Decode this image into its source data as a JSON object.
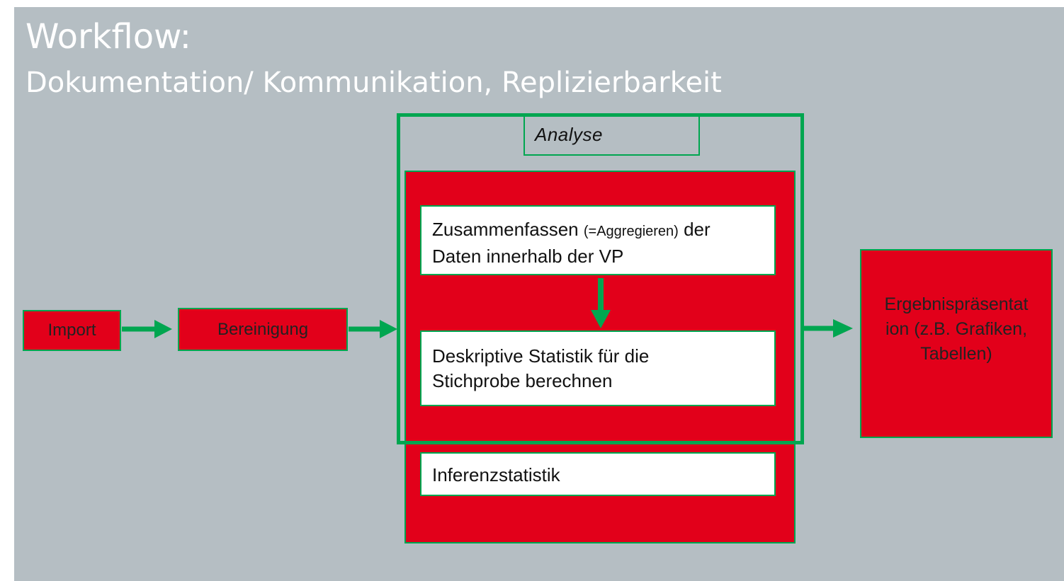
{
  "header": {
    "title": "Workflow:",
    "subtitle": "Dokumentation/ Kommunikation, Replizierbarkeit"
  },
  "steps": {
    "import": "Import",
    "cleaning": "Bereinigung",
    "analysis_label": "Analyse",
    "aggregate_main": "Zusammenfassen ",
    "aggregate_paren": "(=Aggregieren)",
    "aggregate_rest": " der",
    "aggregate_line2": "Daten innerhalb der VP",
    "descriptive_line1": "Deskriptive Statistik für die",
    "descriptive_line2": "Stichprobe berechnen",
    "inferential": "Inferenzstatistik",
    "results_line1": "Ergebnispräsentat",
    "results_line2": "ion (z.B. Grafiken,",
    "results_line3": "Tabellen)"
  },
  "colors": {
    "background": "#b5bec3",
    "box_red": "#e2001a",
    "accent_green": "#00a650"
  }
}
